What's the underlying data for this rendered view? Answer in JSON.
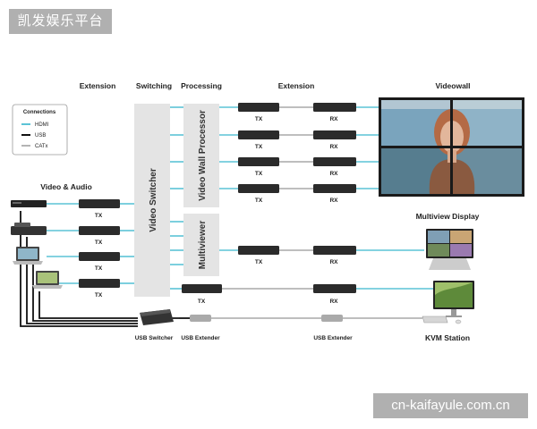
{
  "watermarks": {
    "top": "凯发娱乐平台",
    "bottom": "cn-kaifayule.com.cn"
  },
  "headers": {
    "extension_left": "Extension",
    "switching": "Switching",
    "processing": "Processing",
    "extension_right": "Extension",
    "videowall": "Videowall"
  },
  "legend": {
    "title": "Connections",
    "hdmi": "HDMI",
    "usb": "USB",
    "catx": "CATx"
  },
  "labels": {
    "video_audio": "Video & Audio",
    "video_switcher": "Video Switcher",
    "video_wall_processor": "Video Wall Processor",
    "multiviewer": "Multiviewer",
    "multiview_display": "Multiview Display",
    "kvm_station": "KVM Station",
    "usb_switcher": "USB Switcher",
    "usb_extender": "USB Extender",
    "tx": "TX",
    "rx": "RX"
  },
  "colors": {
    "hdmi": "#5bc3d6",
    "usb": "#111111",
    "catx": "#b4b4b4",
    "processor_box": "#e4e4e4"
  }
}
